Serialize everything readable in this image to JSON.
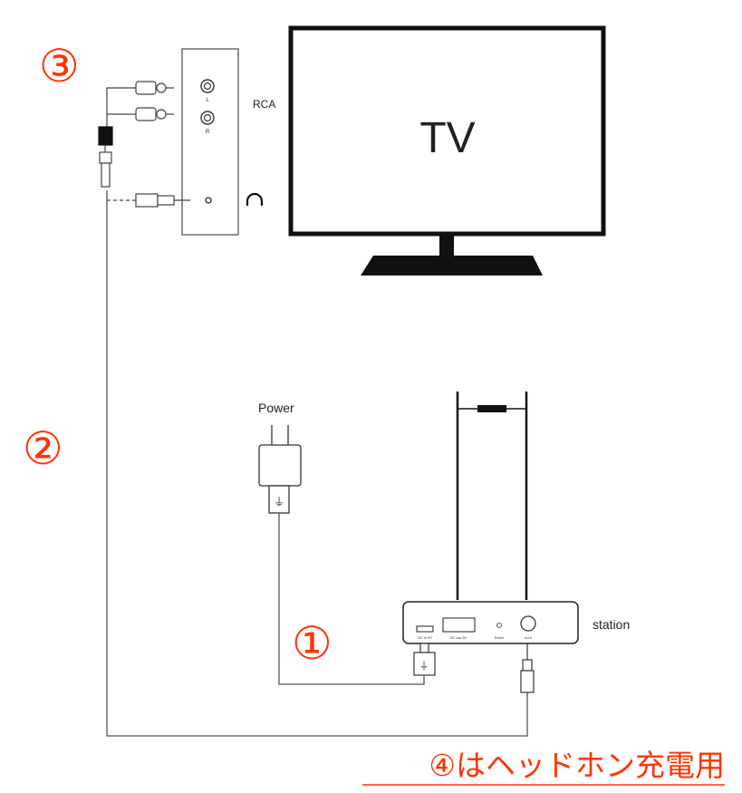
{
  "labels": {
    "tv": "TV",
    "rca": "RCA",
    "port_l": "L",
    "port_r": "R",
    "power": "Power",
    "station": "station",
    "port_dc_in": "DC in 5V",
    "port_dc_out": "DC out 5V",
    "port_reset": "Reset",
    "port_aux": "AUX"
  },
  "steps": {
    "one": "①",
    "two": "②",
    "three": "③"
  },
  "note": "④はヘッドホン充電用",
  "colors": {
    "accent": "#ff3300",
    "line": "#333333"
  }
}
